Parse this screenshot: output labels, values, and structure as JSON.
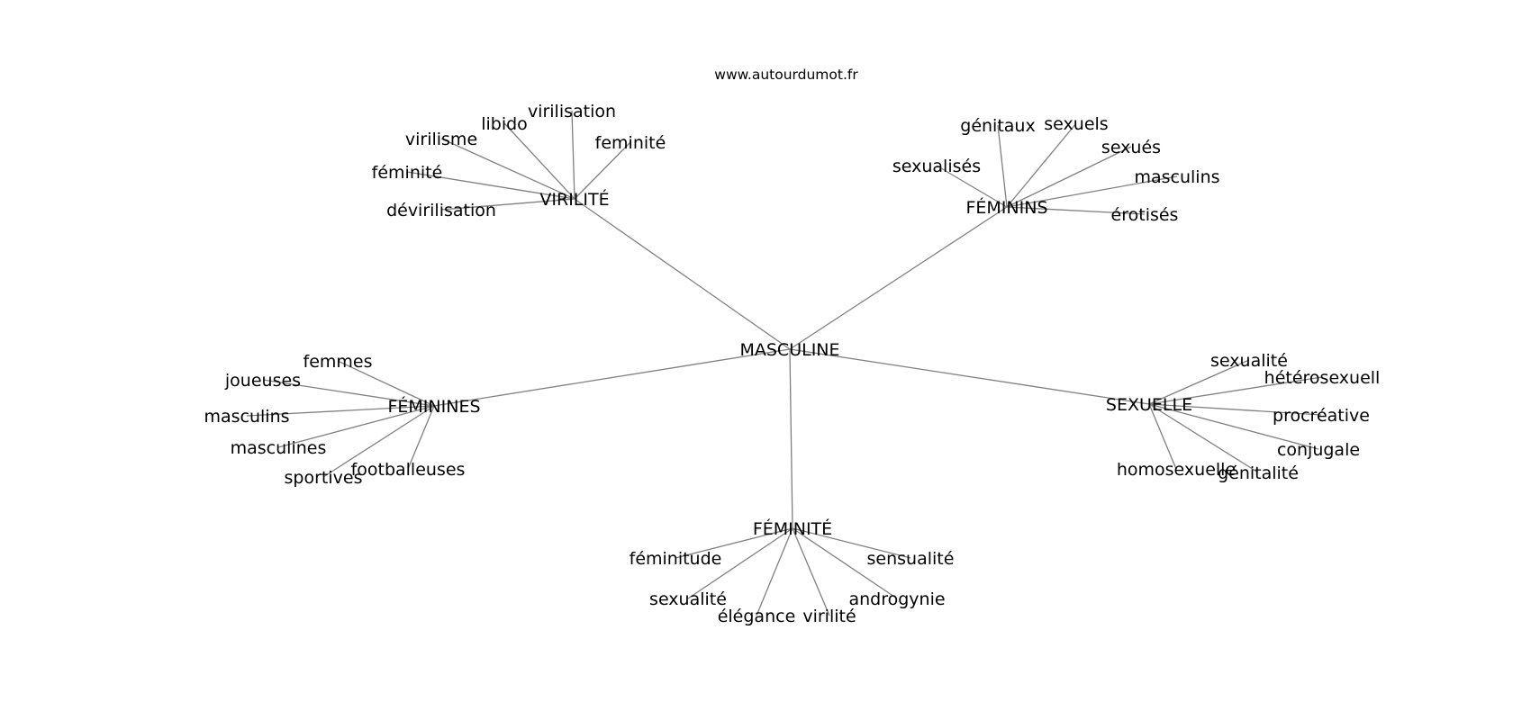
{
  "source": "www.autourdumot.fr",
  "center": {
    "id": "masculine",
    "label": "MASCULINE"
  },
  "hubs": [
    {
      "id": "virilite",
      "label": "VIRILITÉ",
      "leaves": [
        "virilisation",
        "libido",
        "feminité",
        "virilisme",
        "féminité",
        "dévirilisation"
      ]
    },
    {
      "id": "feminins",
      "label": "FÉMININS",
      "leaves": [
        "génitaux",
        "sexuels",
        "sexués",
        "sexualisés",
        "masculins",
        "érotisés"
      ]
    },
    {
      "id": "feminines",
      "label": "FÉMININES",
      "leaves": [
        "femmes",
        "joueuses",
        "masculins",
        "masculines",
        "sportives",
        "footballeuses"
      ]
    },
    {
      "id": "sexuelle",
      "label": "SEXUELLE",
      "leaves": [
        "sexualité",
        "hétérosexuell",
        "procréative",
        "conjugale",
        "homosexuelle",
        "génitalité"
      ]
    },
    {
      "id": "feminite",
      "label": "FÉMINITÉ",
      "leaves": [
        "féminitude",
        "sensualité",
        "sexualité",
        "androgynie",
        "élégance",
        "virilité"
      ]
    }
  ]
}
